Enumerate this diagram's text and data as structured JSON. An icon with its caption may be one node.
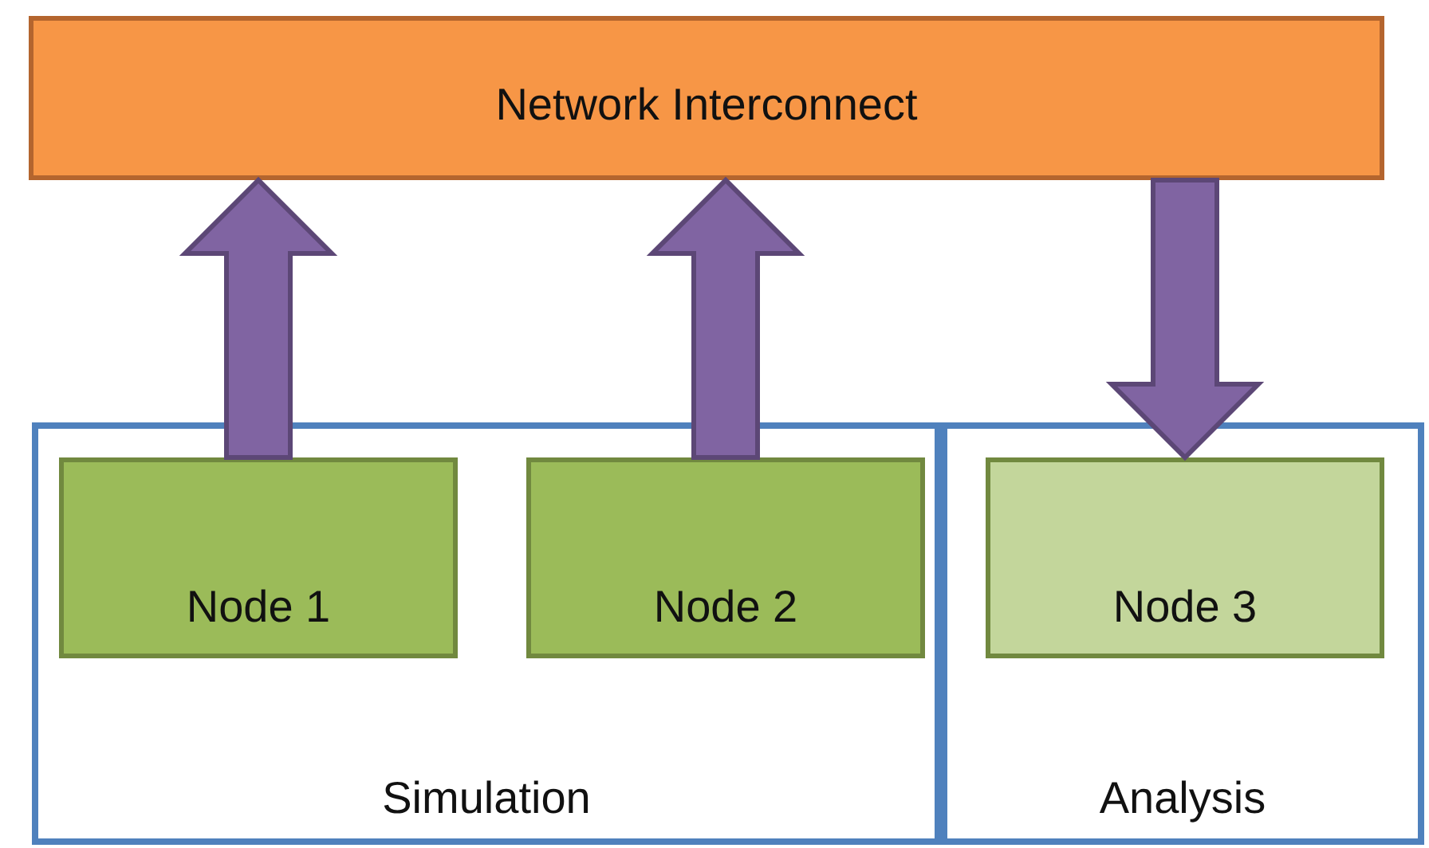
{
  "diagram": {
    "nodes": [
      {
        "text": [
          "Network Interconnect"
        ]
      },
      {
        "text": [
          "Simulation"
        ]
      },
      {
        "text": [
          "Node 1"
        ],
        "in": 1
      },
      {
        "text": [
          "Node 2"
        ],
        "in": 1
      },
      {
        "text": [
          "Analysis"
        ]
      },
      {
        "text": [
          "Node 3"
        ],
        "in": 4
      }
    ],
    "edges": [
      {
        "from": 2,
        "to": 0,
        "arrow": "to",
        "style": "thick"
      },
      {
        "from": 3,
        "to": 0,
        "arrow": "to",
        "style": "thick"
      },
      {
        "from": 0,
        "to": 5,
        "arrow": "to",
        "style": "thick"
      }
    ]
  }
}
